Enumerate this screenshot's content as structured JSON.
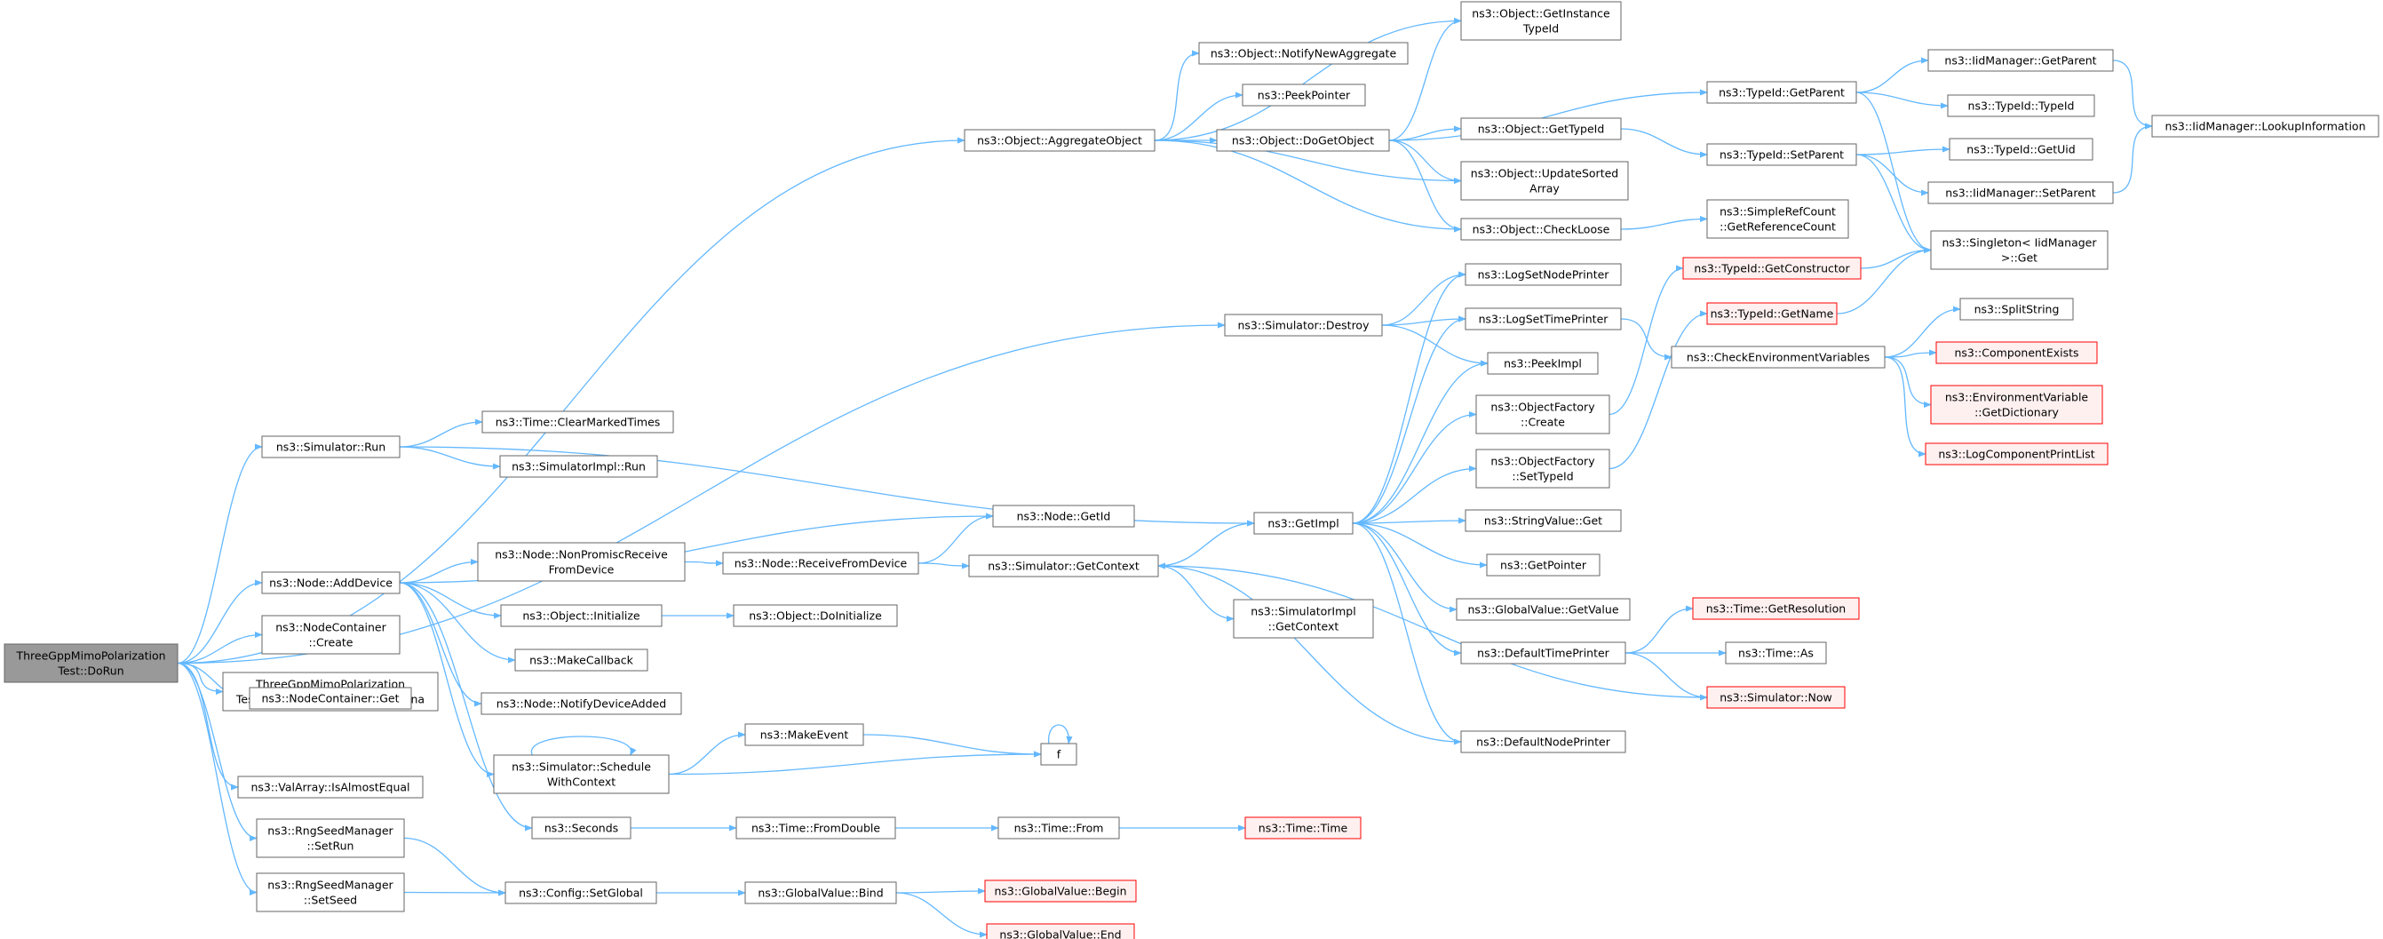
{
  "graph": {
    "style": {
      "edge_color": "#63b8ff",
      "node_border": "#666666",
      "node_fill": "#ffffff",
      "root_fill": "#999999",
      "missing_border": "#ff0000",
      "missing_fill": "#fff0f0"
    },
    "nodes": [
      {
        "id": "root",
        "label": [
          "ThreeGppMimoPolarization",
          "Test::DoRun"
        ],
        "kind": "root"
      },
      {
        "id": "simrun",
        "label": [
          "ns3::Simulator::Run"
        ]
      },
      {
        "id": "clearmarked",
        "label": [
          "ns3::Time::ClearMarkedTimes"
        ]
      },
      {
        "id": "simimplrun",
        "label": [
          "ns3::SimulatorImpl::Run"
        ]
      },
      {
        "id": "nodeadddev",
        "label": [
          "ns3::Node::AddDevice"
        ]
      },
      {
        "id": "nodecont_create",
        "label": [
          "ns3::NodeContainer",
          "::Create"
        ]
      },
      {
        "id": "createantenna",
        "label": [
          "ThreeGppMimoPolarization",
          "Test::CreateAndConfigureAntenna"
        ]
      },
      {
        "id": "nodecont_get",
        "label": [
          "ns3::NodeContainer::Get"
        ]
      },
      {
        "id": "valarray",
        "label": [
          "ns3::ValArray::IsAlmostEqual"
        ]
      },
      {
        "id": "rng_setrun",
        "label": [
          "ns3::RngSeedManager",
          "::SetRun"
        ]
      },
      {
        "id": "rng_setseed",
        "label": [
          "ns3::RngSeedManager",
          "::SetSeed"
        ]
      },
      {
        "id": "aggregate",
        "label": [
          "ns3::Object::AggregateObject"
        ]
      },
      {
        "id": "getinstance",
        "label": [
          "ns3::Object::GetInstance",
          "TypeId"
        ]
      },
      {
        "id": "notifynewagg",
        "label": [
          "ns3::Object::NotifyNewAggregate"
        ]
      },
      {
        "id": "peekpointer",
        "label": [
          "ns3::PeekPointer"
        ]
      },
      {
        "id": "dogetobject",
        "label": [
          "ns3::Object::DoGetObject"
        ]
      },
      {
        "id": "objgettypeid",
        "label": [
          "ns3::Object::GetTypeId"
        ]
      },
      {
        "id": "updatesorted",
        "label": [
          "ns3::Object::UpdateSorted",
          "Array"
        ]
      },
      {
        "id": "checkloose",
        "label": [
          "ns3::Object::CheckLoose"
        ]
      },
      {
        "id": "simrefcount",
        "label": [
          "ns3::SimpleRefCount",
          "::GetReferenceCount"
        ]
      },
      {
        "id": "typeid_getparent",
        "label": [
          "ns3::TypeId::GetParent"
        ]
      },
      {
        "id": "typeid_setparent",
        "label": [
          "ns3::TypeId::SetParent"
        ]
      },
      {
        "id": "iid_getparent",
        "label": [
          "ns3::IidManager::GetParent"
        ]
      },
      {
        "id": "typeid_typeid",
        "label": [
          "ns3::TypeId::TypeId"
        ]
      },
      {
        "id": "typeid_getuid",
        "label": [
          "ns3::TypeId::GetUid"
        ]
      },
      {
        "id": "iid_setparent",
        "label": [
          "ns3::IidManager::SetParent"
        ]
      },
      {
        "id": "iid_lookup",
        "label": [
          "ns3::IidManager::LookupInformation"
        ]
      },
      {
        "id": "singleton",
        "label": [
          "ns3::Singleton< IidManager",
          ">::Get"
        ]
      },
      {
        "id": "simdestroy",
        "label": [
          "ns3::Simulator::Destroy"
        ]
      },
      {
        "id": "logsetnode",
        "label": [
          "ns3::LogSetNodePrinter"
        ]
      },
      {
        "id": "logsettime",
        "label": [
          "ns3::LogSetTimePrinter"
        ]
      },
      {
        "id": "peekimpl",
        "label": [
          "ns3::PeekImpl"
        ]
      },
      {
        "id": "objfact_create",
        "label": [
          "ns3::ObjectFactory",
          "::Create"
        ]
      },
      {
        "id": "objfact_settypeid",
        "label": [
          "ns3::ObjectFactory",
          "::SetTypeId"
        ]
      },
      {
        "id": "typeid_getctor",
        "label": [
          "ns3::TypeId::GetConstructor"
        ],
        "kind": "missing"
      },
      {
        "id": "typeid_getname",
        "label": [
          "ns3::TypeId::GetName"
        ],
        "kind": "missing"
      },
      {
        "id": "checkenv",
        "label": [
          "ns3::CheckEnvironmentVariables"
        ]
      },
      {
        "id": "splitstring",
        "label": [
          "ns3::SplitString"
        ]
      },
      {
        "id": "compexists",
        "label": [
          "ns3::ComponentExists"
        ],
        "kind": "missing"
      },
      {
        "id": "envvar_dict",
        "label": [
          "ns3::EnvironmentVariable",
          "::GetDictionary"
        ],
        "kind": "missing"
      },
      {
        "id": "logcompprint",
        "label": [
          "ns3::LogComponentPrintList"
        ],
        "kind": "missing"
      },
      {
        "id": "getimpl",
        "label": [
          "ns3::GetImpl"
        ]
      },
      {
        "id": "stringvalue",
        "label": [
          "ns3::StringValue::Get"
        ]
      },
      {
        "id": "getpointer",
        "label": [
          "ns3::GetPointer"
        ]
      },
      {
        "id": "globalvalue_get",
        "label": [
          "ns3::GlobalValue::GetValue"
        ]
      },
      {
        "id": "deftimeprinter",
        "label": [
          "ns3::DefaultTimePrinter"
        ]
      },
      {
        "id": "defnodeprinter",
        "label": [
          "ns3::DefaultNodePrinter"
        ]
      },
      {
        "id": "time_getres",
        "label": [
          "ns3::Time::GetResolution"
        ],
        "kind": "missing"
      },
      {
        "id": "time_as",
        "label": [
          "ns3::Time::As"
        ]
      },
      {
        "id": "sim_now",
        "label": [
          "ns3::Simulator::Now"
        ],
        "kind": "missing"
      },
      {
        "id": "node_getid",
        "label": [
          "ns3::Node::GetId"
        ]
      },
      {
        "id": "nonpromisc",
        "label": [
          "ns3::Node::NonPromiscReceive",
          "FromDevice"
        ]
      },
      {
        "id": "receivefromdev",
        "label": [
          "ns3::Node::ReceiveFromDevice"
        ]
      },
      {
        "id": "sim_getcontext",
        "label": [
          "ns3::Simulator::GetContext"
        ]
      },
      {
        "id": "simimpl_getctx",
        "label": [
          "ns3::SimulatorImpl",
          "::GetContext"
        ]
      },
      {
        "id": "obj_initialize",
        "label": [
          "ns3::Object::Initialize"
        ]
      },
      {
        "id": "obj_doinit",
        "label": [
          "ns3::Object::DoInitialize"
        ]
      },
      {
        "id": "makecallback",
        "label": [
          "ns3::MakeCallback"
        ]
      },
      {
        "id": "notifydevadded",
        "label": [
          "ns3::Node::NotifyDeviceAdded"
        ]
      },
      {
        "id": "schedwithctx",
        "label": [
          "ns3::Simulator::Schedule",
          "WithContext"
        ]
      },
      {
        "id": "makeevent",
        "label": [
          "ns3::MakeEvent"
        ]
      },
      {
        "id": "f",
        "label": [
          "f"
        ]
      },
      {
        "id": "seconds",
        "label": [
          "ns3::Seconds"
        ]
      },
      {
        "id": "time_fromdouble",
        "label": [
          "ns3::Time::FromDouble"
        ]
      },
      {
        "id": "time_from",
        "label": [
          "ns3::Time::From"
        ]
      },
      {
        "id": "time_time",
        "label": [
          "ns3::Time::Time"
        ],
        "kind": "missing"
      },
      {
        "id": "config_setglobal",
        "label": [
          "ns3::Config::SetGlobal"
        ]
      },
      {
        "id": "globalvalue_bind",
        "label": [
          "ns3::GlobalValue::Bind"
        ]
      },
      {
        "id": "globalvalue_begin",
        "label": [
          "ns3::GlobalValue::Begin"
        ],
        "kind": "missing"
      },
      {
        "id": "globalvalue_end",
        "label": [
          "ns3::GlobalValue::End"
        ],
        "kind": "missing"
      }
    ],
    "edges": [
      [
        "root",
        "aggregate"
      ],
      [
        "root",
        "simdestroy"
      ],
      [
        "root",
        "simrun"
      ],
      [
        "root",
        "nodeadddev"
      ],
      [
        "root",
        "nodecont_create"
      ],
      [
        "root",
        "createantenna"
      ],
      [
        "root",
        "nodecont_get"
      ],
      [
        "root",
        "valarray"
      ],
      [
        "root",
        "rng_setrun"
      ],
      [
        "root",
        "rng_setseed"
      ],
      [
        "simrun",
        "clearmarked"
      ],
      [
        "simrun",
        "simimplrun"
      ],
      [
        "simrun",
        "getimpl"
      ],
      [
        "aggregate",
        "getinstance"
      ],
      [
        "aggregate",
        "notifynewagg"
      ],
      [
        "aggregate",
        "peekpointer"
      ],
      [
        "aggregate",
        "dogetobject"
      ],
      [
        "aggregate",
        "updatesorted"
      ],
      [
        "aggregate",
        "checkloose"
      ],
      [
        "dogetobject",
        "getinstance"
      ],
      [
        "dogetobject",
        "typeid_getparent"
      ],
      [
        "dogetobject",
        "objgettypeid"
      ],
      [
        "dogetobject",
        "updatesorted"
      ],
      [
        "dogetobject",
        "checkloose"
      ],
      [
        "checkloose",
        "simrefcount"
      ],
      [
        "objgettypeid",
        "typeid_setparent"
      ],
      [
        "typeid_getparent",
        "iid_getparent"
      ],
      [
        "typeid_getparent",
        "typeid_typeid"
      ],
      [
        "typeid_getparent",
        "singleton"
      ],
      [
        "typeid_setparent",
        "typeid_getuid"
      ],
      [
        "typeid_setparent",
        "iid_setparent"
      ],
      [
        "typeid_setparent",
        "singleton"
      ],
      [
        "iid_getparent",
        "iid_lookup"
      ],
      [
        "iid_setparent",
        "iid_lookup"
      ],
      [
        "simdestroy",
        "logsetnode"
      ],
      [
        "simdestroy",
        "logsettime"
      ],
      [
        "simdestroy",
        "peekimpl"
      ],
      [
        "logsettime",
        "checkenv"
      ],
      [
        "checkenv",
        "splitstring"
      ],
      [
        "checkenv",
        "compexists"
      ],
      [
        "checkenv",
        "envvar_dict"
      ],
      [
        "checkenv",
        "logcompprint"
      ],
      [
        "objfact_create",
        "typeid_getctor"
      ],
      [
        "objfact_settypeid",
        "typeid_getname"
      ],
      [
        "typeid_getctor",
        "singleton"
      ],
      [
        "typeid_getname",
        "singleton"
      ],
      [
        "getimpl",
        "logsetnode"
      ],
      [
        "getimpl",
        "logsettime"
      ],
      [
        "getimpl",
        "peekimpl"
      ],
      [
        "getimpl",
        "objfact_create"
      ],
      [
        "getimpl",
        "objfact_settypeid"
      ],
      [
        "getimpl",
        "stringvalue"
      ],
      [
        "getimpl",
        "getpointer"
      ],
      [
        "getimpl",
        "globalvalue_get"
      ],
      [
        "getimpl",
        "deftimeprinter"
      ],
      [
        "getimpl",
        "defnodeprinter"
      ],
      [
        "deftimeprinter",
        "time_getres"
      ],
      [
        "deftimeprinter",
        "time_as"
      ],
      [
        "deftimeprinter",
        "sim_now"
      ],
      [
        "sim_now",
        "sim_getcontext"
      ],
      [
        "defnodeprinter",
        "sim_getcontext"
      ],
      [
        "nodeadddev",
        "node_getid"
      ],
      [
        "nodeadddev",
        "nonpromisc"
      ],
      [
        "nodeadddev",
        "obj_initialize"
      ],
      [
        "nodeadddev",
        "makecallback"
      ],
      [
        "nodeadddev",
        "notifydevadded"
      ],
      [
        "nodeadddev",
        "schedwithctx"
      ],
      [
        "nodeadddev",
        "seconds"
      ],
      [
        "nonpromisc",
        "receivefromdev"
      ],
      [
        "receivefromdev",
        "node_getid"
      ],
      [
        "receivefromdev",
        "sim_getcontext"
      ],
      [
        "sim_getcontext",
        "getimpl"
      ],
      [
        "sim_getcontext",
        "simimpl_getctx"
      ],
      [
        "obj_initialize",
        "obj_doinit"
      ],
      [
        "schedwithctx",
        "schedwithctx"
      ],
      [
        "schedwithctx",
        "makeevent"
      ],
      [
        "schedwithctx",
        "f"
      ],
      [
        "makeevent",
        "f"
      ],
      [
        "f",
        "f"
      ],
      [
        "seconds",
        "time_fromdouble"
      ],
      [
        "time_fromdouble",
        "time_from"
      ],
      [
        "time_from",
        "time_time"
      ],
      [
        "rng_setrun",
        "config_setglobal"
      ],
      [
        "rng_setseed",
        "config_setglobal"
      ],
      [
        "config_setglobal",
        "globalvalue_bind"
      ],
      [
        "globalvalue_bind",
        "globalvalue_begin"
      ],
      [
        "globalvalue_bind",
        "globalvalue_end"
      ]
    ]
  }
}
